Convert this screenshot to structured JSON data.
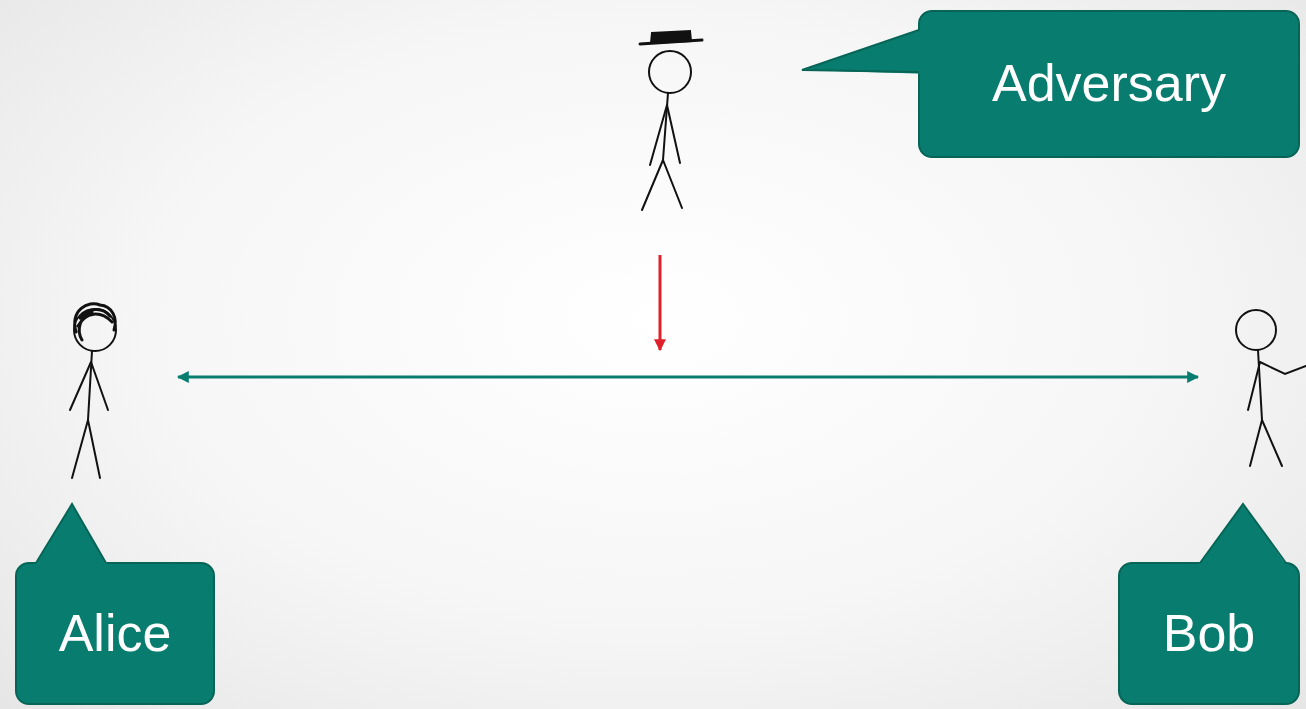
{
  "diagram": {
    "nodes": [
      {
        "text": [
          "Adversary"
        ]
      },
      {
        "text": [
          "Alice"
        ]
      },
      {
        "text": [
          "Bob"
        ]
      }
    ]
  }
}
